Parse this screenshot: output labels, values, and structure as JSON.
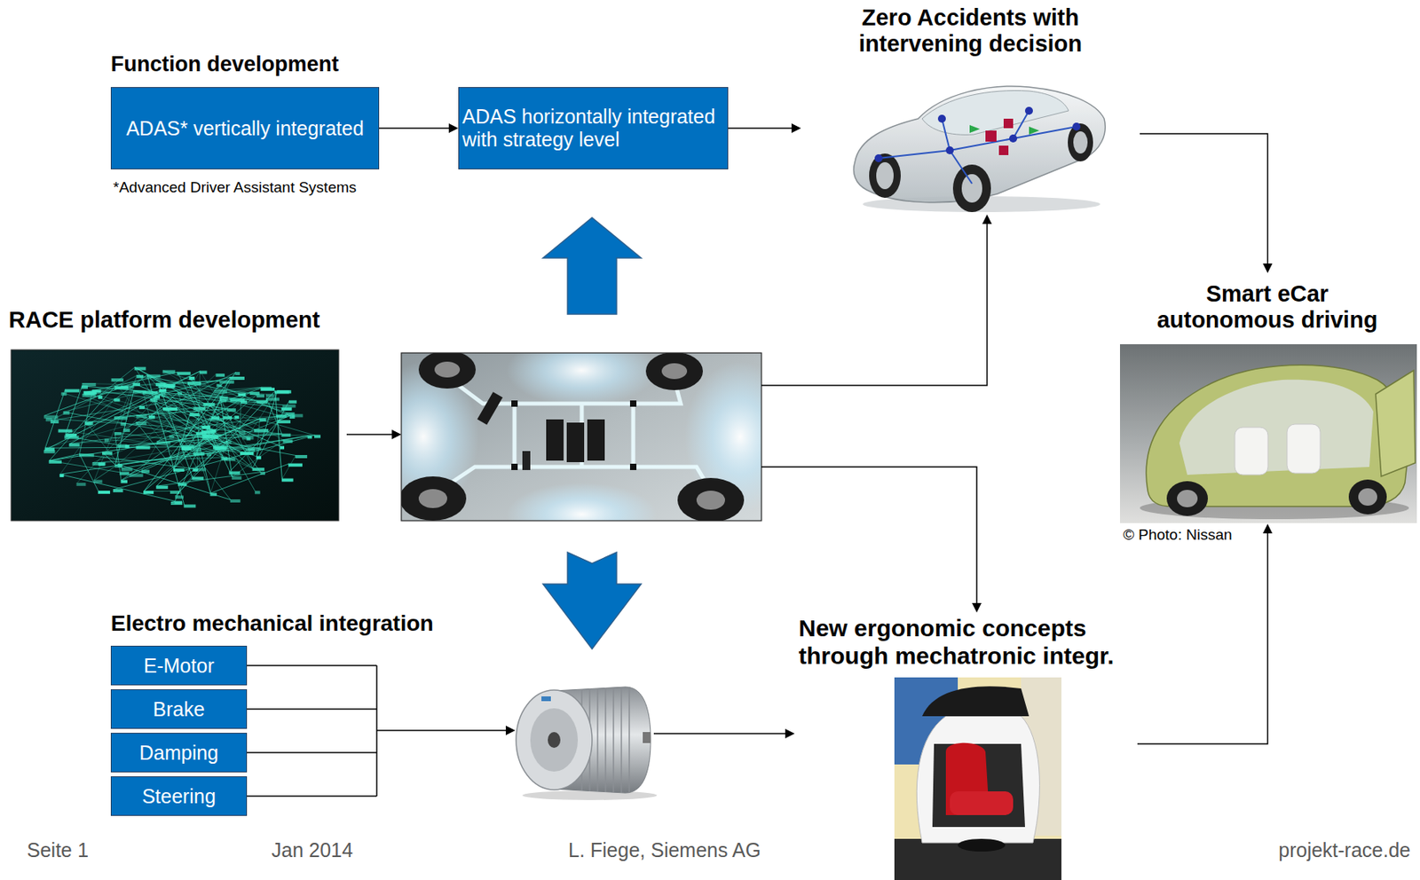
{
  "diagram": {
    "nodes": [
      {
        "text": [
          "ADAS* vertically integrated"
        ]
      },
      {
        "text": [
          "ADAS horizontally integrated with strategy level"
        ]
      },
      {
        "text": [
          "Zero Accidents with intervening decision"
        ]
      },
      {
        "text": [
          "Smart eCar autonomous driving"
        ]
      },
      {
        "text": [
          "RACE platform development"
        ]
      },
      {
        "text": [
          "E-Motor"
        ]
      },
      {
        "text": [
          "Brake"
        ]
      },
      {
        "text": [
          "Damping"
        ]
      },
      {
        "text": [
          "Steering"
        ]
      },
      {
        "text": [
          "New ergonomic concepts through mechatronic integr."
        ]
      }
    ],
    "edges": [
      {
        "from": 0,
        "to": 1,
        "arrow": "to"
      },
      {
        "from": 1,
        "to": 2,
        "arrow": "to"
      },
      {
        "from": 2,
        "to": 3,
        "arrow": "to"
      },
      {
        "from": 9,
        "to": 3,
        "arrow": "to"
      }
    ],
    "labels": [
      "Function development",
      "*Advanced Driver Assistant Systems",
      "© Photo: Nissan",
      "Electro mechanical integration",
      "Seite 1",
      "Jan 2014",
      "L. Fiege, Siemens AG",
      "projekt-race.de"
    ]
  }
}
